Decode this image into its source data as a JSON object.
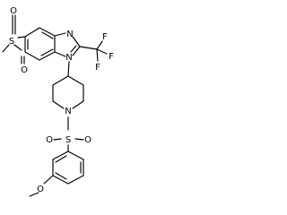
{
  "molecule": {
    "atoms": {
      "s_sulfone": "S",
      "o_sulfone_top": "O",
      "o_sulfone_bottom": "O",
      "n_imidazole": "N",
      "n_benzimidazole": "N",
      "f1": "F",
      "f2": "F",
      "f3": "F",
      "n_piperidine": "N",
      "s_sulfonyl": "S",
      "o_sulfonyl_left": "O",
      "o_sulfonyl_right": "O",
      "o_methoxy": "O"
    }
  }
}
